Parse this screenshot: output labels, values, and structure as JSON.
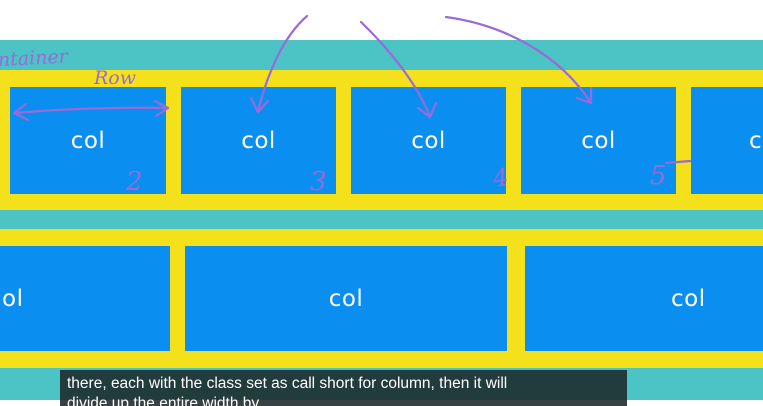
{
  "columns_row1": [
    "col",
    "col",
    "col",
    "col",
    "c"
  ],
  "columns_row2": [
    "ol",
    "col",
    "col"
  ],
  "annotations": {
    "container_label": "ntainer",
    "row_label": "Row",
    "numbers": [
      "2",
      "3",
      "4",
      "5"
    ],
    "ink_color": "#9a6ad8"
  },
  "caption": {
    "line1": "there, each with the class set as call short for column, then it will",
    "line2": "divide up the entire width by"
  },
  "colors": {
    "container": "#4cc3c4",
    "row": "#f5e11b",
    "column": "#0a8ff0"
  }
}
